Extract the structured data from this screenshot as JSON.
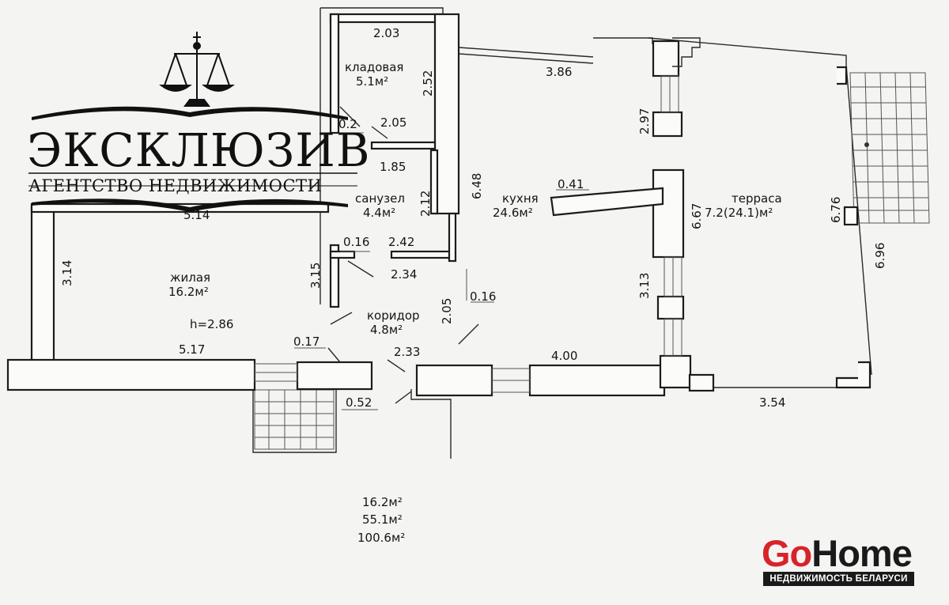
{
  "brand": {
    "name": "ЭКСКЛЮЗИВ",
    "tagline": "АГЕНТСТВО НЕДВИЖИМОСТИ"
  },
  "watermark": {
    "go": "Go",
    "home": "Home",
    "subtitle": "НЕДВИЖИМОСТЬ БЕЛАРУСИ"
  },
  "rooms": {
    "storage": {
      "name": "кладовая",
      "area": "5.1м²"
    },
    "bathroom": {
      "name": "санузел",
      "area": "4.4м²"
    },
    "kitchen": {
      "name": "кухня",
      "area": "24.6м²"
    },
    "terrace": {
      "name": "терраса",
      "area": "7.2(24.1)м²"
    },
    "living": {
      "name": "жилая",
      "area": "16.2м²",
      "height": "h=2.86"
    },
    "corridor": {
      "name": "коридор",
      "area": "4.8м²"
    }
  },
  "dimensions": {
    "d_2_03": "2.03",
    "d_2_52": "2.52",
    "d_3_86": "3.86",
    "d_0_2": "0.2",
    "d_2_05a": "2.05",
    "d_1_85": "1.85",
    "d_2_12": "2.12",
    "d_6_48": "6.48",
    "d_0_41": "0.41",
    "d_2_97": "2.97",
    "d_6_67": "6.67",
    "d_6_76": "6.76",
    "d_6_96": "6.96",
    "d_5_14": "5.14",
    "d_3_14": "3.14",
    "d_0_16a": "0.16",
    "d_2_42": "2.42",
    "d_2_34": "2.34",
    "d_3_15": "3.15",
    "d_3_13": "3.13",
    "d_2_05b": "2.05",
    "d_0_16b": "0.16",
    "d_0_17": "0.17",
    "d_5_17": "5.17",
    "d_2_33": "2.33",
    "d_4_00": "4.00",
    "d_0_52": "0.52",
    "d_3_54": "3.54"
  },
  "totals": {
    "living": "16.2м²",
    "total": "55.1м²",
    "with_terrace": "100.6м²"
  },
  "colors": {
    "background": "#f4f4f2",
    "walls": "#1c1c1c",
    "watermark_red": "#d8232a"
  }
}
